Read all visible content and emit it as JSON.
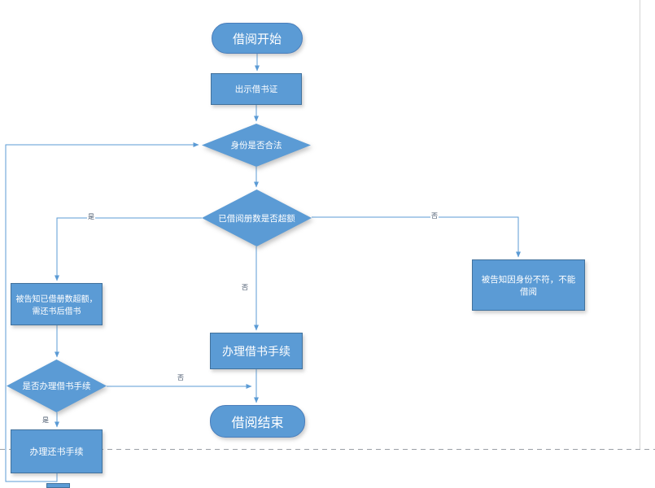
{
  "diagram": {
    "type": "flowchart",
    "language": "zh-CN",
    "colors": {
      "node_fill": "#5B9BD5",
      "node_border": "#41719C",
      "connector": "#5B9BD5",
      "edge_label_color": "#44546A",
      "node_text_color": "#ffffff",
      "page_break_color": "#9aa0a6"
    },
    "nodes": {
      "start": {
        "shape": "rounded-rectangle",
        "label": "借阅开始"
      },
      "show_card": {
        "shape": "rectangle",
        "label": "出示借书证"
      },
      "identity_valid": {
        "shape": "diamond",
        "label": "身份是否合法"
      },
      "quota_exceeded": {
        "shape": "diamond",
        "label": "已借阅册数是否超额"
      },
      "told_identity": {
        "shape": "rectangle",
        "label": "被告知因身份不符，不能借阅"
      },
      "told_quota": {
        "shape": "rectangle",
        "label": "被告知已借册数超额，需还书后借书"
      },
      "handle_borrow": {
        "shape": "rectangle",
        "label": "办理借书手续"
      },
      "whether_borrow": {
        "shape": "diamond",
        "label": "是否办理借书手续"
      },
      "handle_return": {
        "shape": "rectangle",
        "label": "办理还书手续"
      },
      "end": {
        "shape": "rounded-rectangle",
        "label": "借阅结束"
      }
    },
    "edge_labels": {
      "quota_yes": "是",
      "quota_no": "否",
      "quota_down": "否",
      "proc_no": "否",
      "proc_yes": "是"
    }
  }
}
